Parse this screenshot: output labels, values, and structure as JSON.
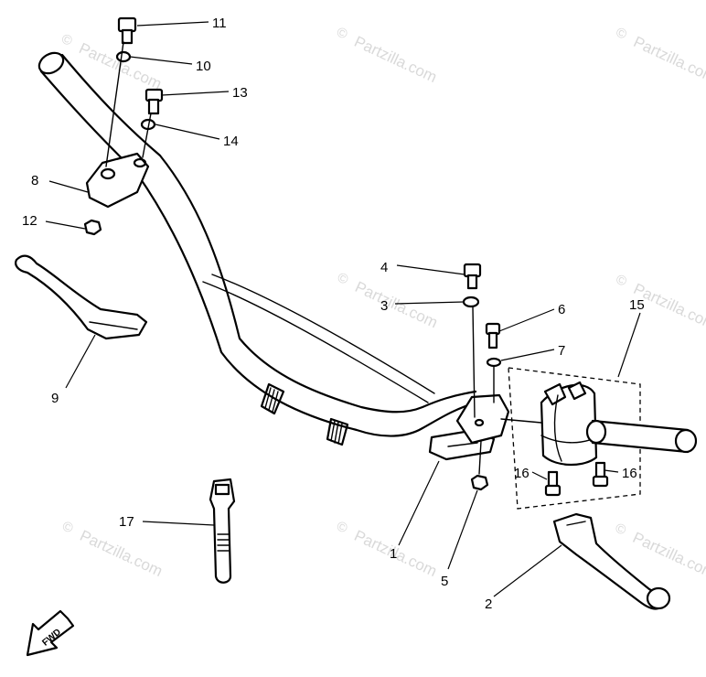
{
  "watermark": {
    "text": "Partzilla.com",
    "symbol": "©"
  },
  "callouts": {
    "c1": "1",
    "c2": "2",
    "c3": "3",
    "c4": "4",
    "c5": "5",
    "c6": "6",
    "c7": "7",
    "c8": "8",
    "c9": "9",
    "c10": "10",
    "c11": "11",
    "c12": "12",
    "c13": "13",
    "c14": "14",
    "c15": "15",
    "c16a": "16",
    "c16b": "16",
    "c17": "17"
  },
  "direction_badge": {
    "label": "FWD",
    "icon": "arrow-left-down-icon"
  }
}
